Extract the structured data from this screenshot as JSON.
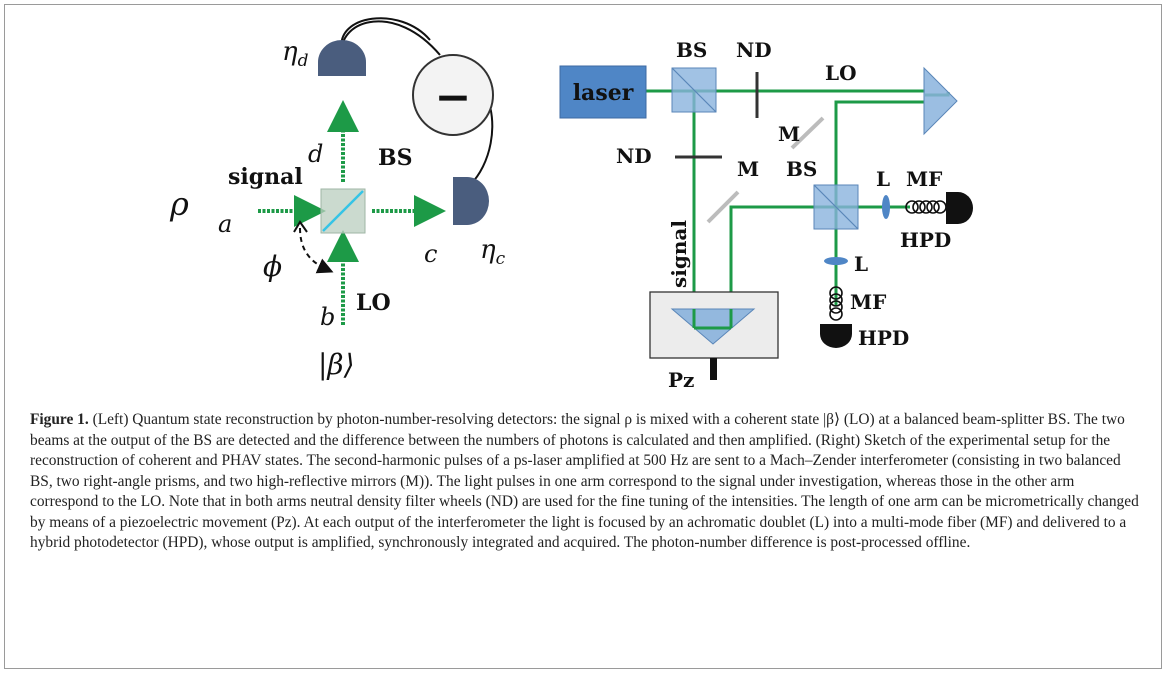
{
  "left_diagram": {
    "labels": {
      "eta_d": "ηd",
      "eta_c": "ηc",
      "minus": "−",
      "d": "d",
      "c": "c",
      "a": "a",
      "b": "b",
      "rho": "ρ",
      "phi": "ϕ",
      "signal": "signal",
      "bs": "BS",
      "lo": "LO",
      "beta_ket": "|β⟩"
    }
  },
  "right_diagram": {
    "labels": {
      "laser": "laser",
      "bs_top": "BS",
      "nd_top": "ND",
      "lo": "LO",
      "m_top": "M",
      "nd_left": "ND",
      "m_mid": "M",
      "bs_mid": "BS",
      "l_right": "L",
      "mf_right": "MF",
      "hpd_right": "HPD",
      "signal": "signal",
      "l_bottom": "L",
      "mf_bottom": "MF",
      "hpd_bottom": "HPD",
      "pz": "Pz"
    }
  },
  "colors": {
    "beam": "#1d9a47",
    "detector": "#4a5d7e",
    "bs_blue": "#8ab3dd",
    "laser_blue": "#4f86c6"
  },
  "caption": {
    "figure_label": "Figure 1.",
    "text": " (Left) Quantum state reconstruction by photon-number-resolving detectors: the signal ρ is mixed with a coherent state |β⟩ (LO) at a balanced beam-splitter BS. The two beams at the output of the BS are detected and the difference between the numbers of photons is calculated and then amplified. (Right) Sketch of the experimental setup for the reconstruction of coherent and PHAV states. The second-harmonic pulses of a ps-laser amplified at 500 Hz are sent to a Mach–Zender interferometer (consisting in two balanced BS, two right-angle prisms, and two high-reflective mirrors (M)). The light pulses in one arm correspond to the signal under investigation, whereas those in the other arm correspond to the LO. Note that in both arms neutral density filter wheels (ND) are used for the fine tuning of the intensities. The length of one arm can be micrometrically changed by means of a piezoelectric movement (Pz). At each output of the interferometer the light is focused by an achromatic doublet (L) into a multi-mode fiber (MF) and delivered to a hybrid photodetector (HPD), whose output is amplified, synchronously integrated and acquired. The photon-number difference is post-processed offline."
  }
}
